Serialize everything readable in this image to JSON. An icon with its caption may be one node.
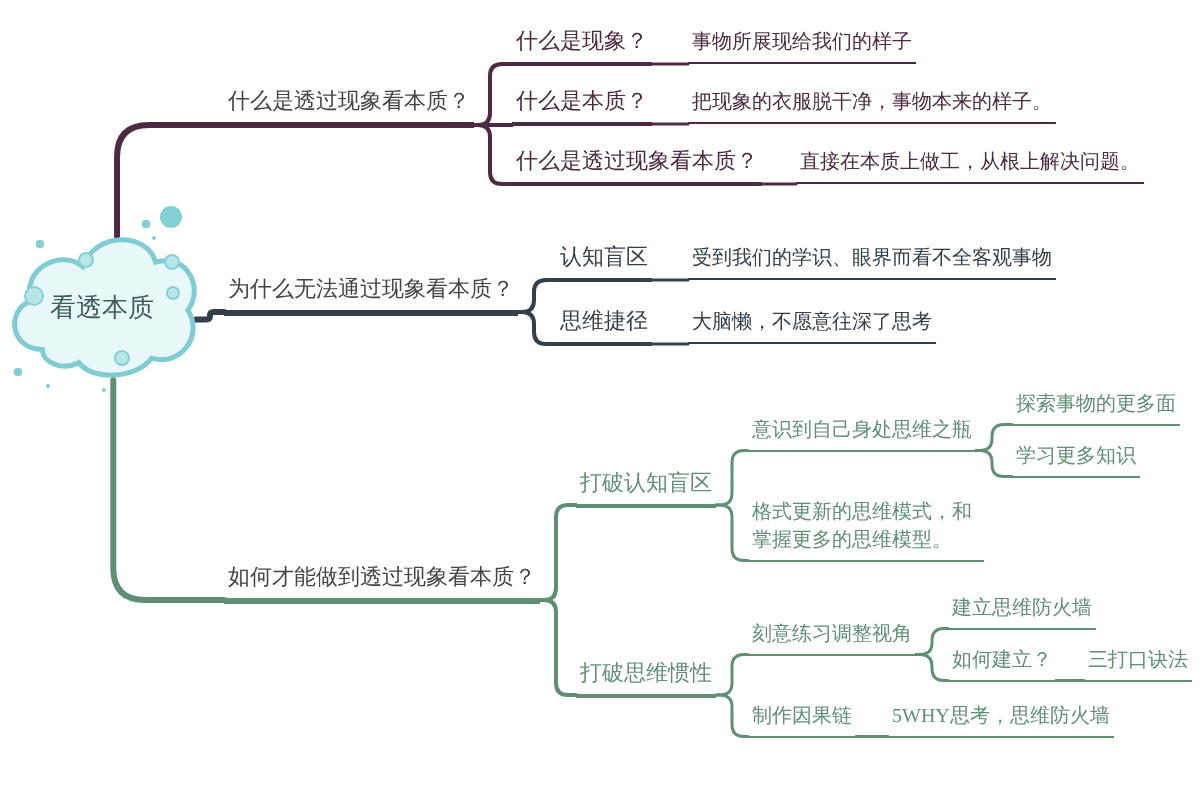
{
  "diagram": {
    "nodes": [
      {
        "text": [
          "看透本质"
        ]
      },
      {
        "text": [
          "什么是透过现象看本质？"
        ]
      },
      {
        "text": [
          "什么是现象？"
        ]
      },
      {
        "text": [
          "事物所展现给我们的样子"
        ]
      },
      {
        "text": [
          "什么是本质？"
        ]
      },
      {
        "text": [
          "把现象的衣服脱干净，事物本来的样子。"
        ]
      },
      {
        "text": [
          "什么是透过现象看本质？"
        ]
      },
      {
        "text": [
          "直接在本质上做工，从根上解决问题。"
        ]
      },
      {
        "text": [
          "为什么无法通过现象看本质？"
        ]
      },
      {
        "text": [
          "认知盲区"
        ]
      },
      {
        "text": [
          "受到我们的学识、眼界而看不全客观事物"
        ]
      },
      {
        "text": [
          "思维捷径"
        ]
      },
      {
        "text": [
          "大脑懒，不愿意往深了思考"
        ]
      },
      {
        "text": [
          "如何才能做到透过现象看本质？"
        ]
      },
      {
        "text": [
          "打破认知盲区"
        ]
      },
      {
        "text": [
          "意识到自己身处思维之瓶"
        ]
      },
      {
        "text": [
          "探索事物的更多面"
        ]
      },
      {
        "text": [
          "学习更多知识"
        ]
      },
      {
        "text": [
          "格式更新的思维模式，和掌握更多的思维模型。"
        ]
      },
      {
        "text": [
          "打破思维惯性"
        ]
      },
      {
        "text": [
          "刻意练习调整视角"
        ]
      },
      {
        "text": [
          "建立思维防火墙"
        ]
      },
      {
        "text": [
          "如何建立？"
        ]
      },
      {
        "text": [
          "三打口诀法"
        ]
      },
      {
        "text": [
          "制作因果链"
        ]
      },
      {
        "text": [
          "5WHY思考，思维防火墙"
        ]
      }
    ],
    "edges": [
      {
        "from": 0,
        "to": 1,
        "arrow": "none",
        "style": "thick",
        "color": "#4e2a42"
      },
      {
        "from": 1,
        "to": 2,
        "arrow": "none",
        "color": "#4e2a42"
      },
      {
        "from": 2,
        "to": 3,
        "arrow": "none",
        "color": "#4e2a42"
      },
      {
        "from": 1,
        "to": 4,
        "arrow": "none",
        "color": "#4e2a42"
      },
      {
        "from": 4,
        "to": 5,
        "arrow": "none",
        "color": "#4e2a42"
      },
      {
        "from": 1,
        "to": 6,
        "arrow": "none",
        "color": "#4e2a42"
      },
      {
        "from": 6,
        "to": 7,
        "arrow": "none",
        "color": "#4e2a42"
      },
      {
        "from": 0,
        "to": 8,
        "arrow": "none",
        "style": "thick",
        "color": "#33404c"
      },
      {
        "from": 8,
        "to": 9,
        "arrow": "none",
        "color": "#33404c"
      },
      {
        "from": 9,
        "to": 10,
        "arrow": "none",
        "color": "#33404c"
      },
      {
        "from": 8,
        "to": 11,
        "arrow": "none",
        "color": "#33404c"
      },
      {
        "from": 11,
        "to": 12,
        "arrow": "none",
        "color": "#33404c"
      },
      {
        "from": 0,
        "to": 13,
        "arrow": "none",
        "style": "thick"
      },
      {
        "from": 13,
        "to": 14,
        "arrow": "none"
      },
      {
        "from": 14,
        "to": 15,
        "arrow": "none"
      },
      {
        "from": 15,
        "to": 16,
        "arrow": "none"
      },
      {
        "from": 15,
        "to": 17,
        "arrow": "none"
      },
      {
        "from": 14,
        "to": 18,
        "arrow": "none"
      },
      {
        "from": 13,
        "to": 19,
        "arrow": "none"
      },
      {
        "from": 19,
        "to": 20,
        "arrow": "none"
      },
      {
        "from": 20,
        "to": 21,
        "arrow": "none"
      },
      {
        "from": 20,
        "to": 22,
        "arrow": "none"
      },
      {
        "from": 22,
        "to": 23,
        "arrow": "none"
      },
      {
        "from": 19,
        "to": 24,
        "arrow": "none"
      },
      {
        "from": 24,
        "to": 25,
        "arrow": "none"
      }
    ]
  }
}
